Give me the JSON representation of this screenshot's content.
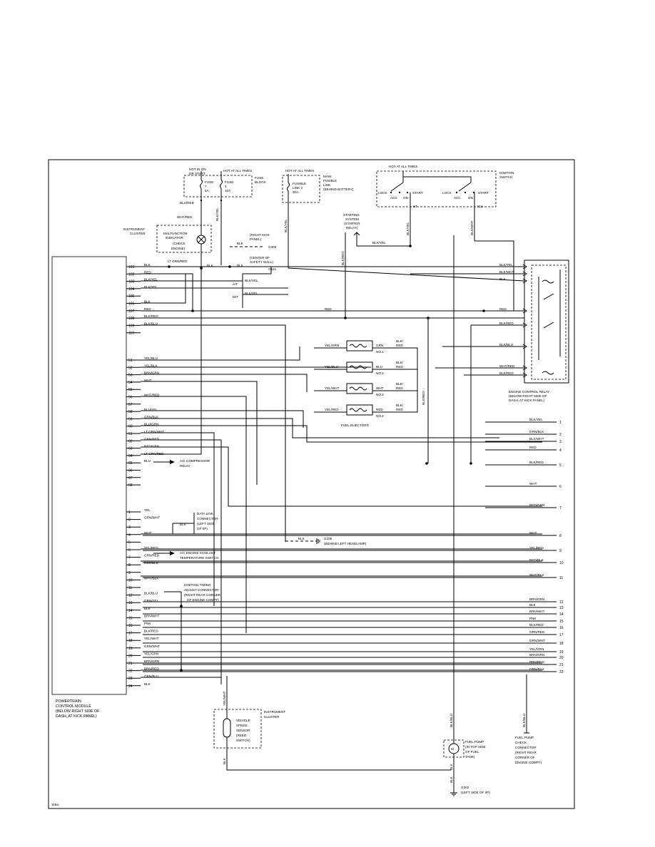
{
  "figure_id": "115a",
  "pcm": {
    "label": [
      "POWERTRAIN",
      "CONTROL MODULE",
      "(BELOW RIGHT SIDE OF",
      "DASH, AT KICK PANEL)"
    ],
    "group_a": [
      {
        "pin": "101",
        "wire": "BLK"
      },
      {
        "pin": "102",
        "wire": "RED"
      },
      {
        "pin": "103",
        "wire": "BLK/YEL"
      },
      {
        "pin": "104",
        "wire": "BLK/YEL"
      },
      {
        "pin": "105",
        "wire": ""
      },
      {
        "pin": "106",
        "wire": "BLK"
      },
      {
        "pin": "107",
        "wire": "RED"
      },
      {
        "pin": "108",
        "wire": "BLK/RED"
      },
      {
        "pin": "109",
        "wire": "BLK/BLU"
      },
      {
        "pin": "110",
        "wire": ""
      }
    ],
    "group_b": [
      {
        "pin": "51",
        "wire": "YEL/BLU"
      },
      {
        "pin": "52",
        "wire": "YEL/BLK"
      },
      {
        "pin": "53",
        "wire": "BRN/GRN"
      },
      {
        "pin": "54",
        "wire": "WHT"
      },
      {
        "pin": "55",
        "wire": ""
      },
      {
        "pin": "56",
        "wire": "WHT/RED"
      },
      {
        "pin": "57",
        "wire": ""
      },
      {
        "pin": "58",
        "wire": "BLU/YEL"
      },
      {
        "pin": "59",
        "wire": "GRN/BLK"
      },
      {
        "pin": "60",
        "wire": "BLU/GRN"
      },
      {
        "pin": "61",
        "wire": "LT GRN/WHT"
      },
      {
        "pin": "62",
        "wire": "GRN/RED"
      },
      {
        "pin": "63",
        "wire": "RED/GRN"
      },
      {
        "pin": "64",
        "wire": "LT GRN/RED"
      },
      {
        "pin": "65",
        "wire": "BLU"
      },
      {
        "pin": "66",
        "wire": ""
      },
      {
        "pin": "67",
        "wire": ""
      },
      {
        "pin": "68",
        "wire": ""
      }
    ],
    "group_c": [
      {
        "pin": "1",
        "wire": "YEL"
      },
      {
        "pin": "2",
        "wire": "GRN/WHT"
      },
      {
        "pin": "3",
        "wire": ""
      },
      {
        "pin": "4",
        "wire": "WHT"
      },
      {
        "pin": "5",
        "wire": ""
      },
      {
        "pin": "6",
        "wire": "YEL/RED"
      },
      {
        "pin": "7",
        "wire": "GRN/RED"
      },
      {
        "pin": "8",
        "wire": "RED/BLK"
      },
      {
        "pin": "9",
        "wire": ""
      },
      {
        "pin": "10",
        "wire": "WHT/BLK"
      },
      {
        "pin": "11",
        "wire": ""
      },
      {
        "pin": "12",
        "wire": "BLK/BLU"
      },
      {
        "pin": "13",
        "wire": "GRN/YEL"
      },
      {
        "pin": "14",
        "wire": "BLK"
      },
      {
        "pin": "15",
        "wire": "BRN/WHT"
      },
      {
        "pin": "16",
        "wire": "PNK"
      },
      {
        "pin": "17",
        "wire": "BLK/RED"
      },
      {
        "pin": "18",
        "wire": "YEL/WHT"
      },
      {
        "pin": "19",
        "wire": "GRN/WHT"
      },
      {
        "pin": "20",
        "wire": "YEL/GRN"
      },
      {
        "pin": "21",
        "wire": "BRN/GRN"
      },
      {
        "pin": "22",
        "wire": "BRN/RED"
      },
      {
        "pin": "23",
        "wire": "GRN/BLU"
      },
      {
        "pin": "24",
        "wire": "BLK"
      }
    ]
  },
  "fuse_block": {
    "hot_on_start": [
      "HOT IN ON",
      "OR START"
    ],
    "hot_all_times": "HOT AT ALL TIMES",
    "fuse7": [
      "FUSE",
      "7",
      "5A"
    ],
    "fuse1": [
      "FUSE",
      "1",
      "10A"
    ],
    "label": [
      "FUSE",
      "BLOCK"
    ],
    "wire_out": "BLU/RED",
    "wire_right": "BLK/YEL"
  },
  "fusible_link": {
    "hot": "HOT AT ALL TIMES",
    "inner": [
      "FUSIBLE",
      "LINK 2",
      "30A"
    ],
    "label": [
      "MAIN",
      "FUSIBLE",
      "LINK",
      "(BEHIND BATTERY)"
    ],
    "wire": "BLK/YEL"
  },
  "ignition_switch": {
    "hot": "HOT AT ALL TIMES",
    "label": [
      "IGNITION",
      "SWITCH"
    ],
    "lock": "LOCK",
    "acc": "ACC",
    "on": "ON",
    "start": "START",
    "st": "ST",
    "ig1": "IG1",
    "wire_st": "BLK/YEL",
    "wire_ig1": "BLK/WHT"
  },
  "starter": {
    "label": [
      "STARTING",
      "SYSTEM",
      "(STARTER",
      "RELAY)"
    ],
    "wire_in": "BLK/YEL",
    "wire_out": "BLK/RED"
  },
  "mil": {
    "wire": "WHT/RED",
    "label": [
      "MALFUNCTION",
      "INDICATOR",
      "(CHECK",
      "ENGINE)"
    ],
    "cluster": [
      "INSTRUMENT",
      "CLUSTER"
    ],
    "wire_out": "LT GRN/RED"
  },
  "grounds": {
    "g300_wire": "BLK",
    "g300": "G300",
    "g300_note": [
      "(RIGHT KICK",
      "PANEL)"
    ],
    "g121_wire": "BLK",
    "g121": "G121",
    "g121_note": [
      "(CENTER OF",
      "SAFETY WALL)"
    ],
    "blk1": "BLK",
    "g105": "G105",
    "g105_note": "(BEHIND LEFT HEADLAMP)",
    "g105_wire": "BLK",
    "g202": "G202",
    "g202_note": "(LEFT SIDE OF I/P)",
    "g202_wire": "BLK"
  },
  "trans": {
    "at": "A/T",
    "mt": "M/T",
    "wire1": "BLK/YEL",
    "wire2": "BLK/YEL"
  },
  "ecr": {
    "label": [
      "ENGINE CONTROL RELAY",
      "(BELOW RIGHT SIDE OF",
      "DASH, AT KICK PANEL)"
    ],
    "wires": [
      "BLK/YEL",
      "BLK/WHT",
      "BLK",
      "RED",
      "BLK/RED",
      "BLK/BLU",
      "WHT/RED",
      "BLK/RED"
    ],
    "red_mid": "RED"
  },
  "injectors": {
    "label": "FUEL INJECTORS",
    "items": [
      {
        "in": "YEL/GRN",
        "out": "GRN",
        "name": "NO.1",
        "feed": [
          "BLK/",
          "RED"
        ]
      },
      {
        "in": "YEL/BLU",
        "out": "BLU",
        "name": "NO.2",
        "feed": [
          "BLK/",
          "RED"
        ]
      },
      {
        "in": "YEL/WHT",
        "out": "WHT",
        "name": "NO.3",
        "feed": [
          "BLK/",
          "RED"
        ]
      },
      {
        "in": "YEL/RED",
        "out": "RED",
        "name": "NO.4",
        "feed": [
          "BLK/",
          "RED"
        ]
      }
    ],
    "common": "BLK/RED"
  },
  "ac_relay": {
    "label": [
      "A/C COMPRESSOR",
      "RELAY"
    ]
  },
  "dlc": {
    "label": [
      "DATA LINK",
      "CONNECTOR",
      "(LEFT SIDE",
      "OF I/P)"
    ],
    "blk": "BLK"
  },
  "ac_temp": {
    "label": [
      "A/C ENGINE COOLANT",
      "TEMPERATURE SWITCH"
    ]
  },
  "iat": {
    "label": [
      "IGNITION TIMING",
      "ADJUST CONNECTOR",
      "(RIGHT REAR CORNER",
      "OF ENGINE COMPT)"
    ]
  },
  "right_connector": [
    {
      "n": "1",
      "wire": "BLK/YEL"
    },
    {
      "n": "2",
      "wire": "GRN/BLK"
    },
    {
      "n": "3",
      "wire": "BLK/WHT"
    },
    {
      "n": "4",
      "wire": "RED"
    },
    {
      "n": "5",
      "wire": "BLK/RED"
    },
    {
      "n": "6",
      "wire": "WHT"
    },
    {
      "n": "7",
      "wire": "RED/GRN"
    },
    {
      "n": "8",
      "wire": "WHT"
    },
    {
      "n": "9",
      "wire": "YEL/RED"
    },
    {
      "n": "10",
      "wire": "RED/BLK"
    },
    {
      "n": "11",
      "wire": "WHT/BLK"
    },
    {
      "n": "12",
      "wire": "BRN/GRN"
    },
    {
      "n": "13",
      "wire": "BLK"
    },
    {
      "n": "14",
      "wire": "BRN/WHT"
    },
    {
      "n": "15",
      "wire": "PNK"
    },
    {
      "n": "16",
      "wire": "BLK/RED"
    },
    {
      "n": "17",
      "wire": "GRN/RED"
    },
    {
      "n": "18",
      "wire": "GRN/WHT"
    },
    {
      "n": "19",
      "wire": "YEL/GRN"
    },
    {
      "n": "20",
      "wire": "BRN/GRN"
    },
    {
      "n": "21",
      "wire": "BRN/RED"
    },
    {
      "n": "22",
      "wire": "GRN/BLU"
    }
  ],
  "vss": {
    "wire": "YEL/WHT",
    "label": [
      "VEHICLE",
      "SPEED",
      "SENSOR",
      "(REED",
      "SWITCH)"
    ],
    "cluster": [
      "INSTRUMENT",
      "CLUSTER"
    ],
    "wire_out": "BLK"
  },
  "fuel_pump": {
    "wire": "BLK/BLU",
    "label": [
      "FUEL PUMP",
      "(IN TOP SIDE",
      "OF FUEL",
      "TANK)"
    ],
    "m": "M",
    "gnd_wire": "BLK"
  },
  "fp_check": {
    "wire": "BLK/BLU",
    "label": [
      "FUEL PUMP",
      "CHECK",
      "CONNECTOR",
      "(RIGHT REAR",
      "CORNER OF",
      "ENGINE COMPT)"
    ]
  }
}
